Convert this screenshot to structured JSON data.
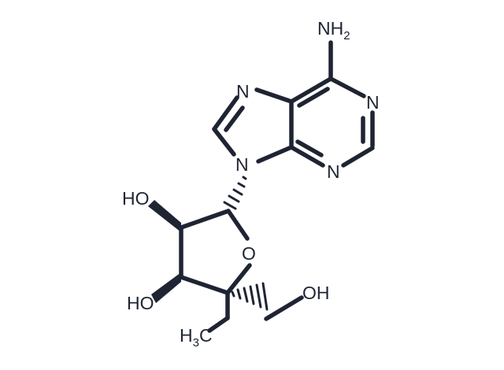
{
  "molecule": {
    "atoms": {
      "amine": {
        "main": "NH",
        "sub": "2"
      },
      "n1": "N",
      "n3": "N",
      "n7": "N",
      "n9": "N",
      "ring_oxygen": "O",
      "hydroxyl_2": "HO",
      "hydroxyl_3": "HO",
      "hydroxymethyl": "OH",
      "methyl": {
        "main": "H",
        "sub": "3",
        "tail": "C"
      }
    },
    "colors": {
      "ink": "#1f2433",
      "background": "#ffffff"
    }
  }
}
